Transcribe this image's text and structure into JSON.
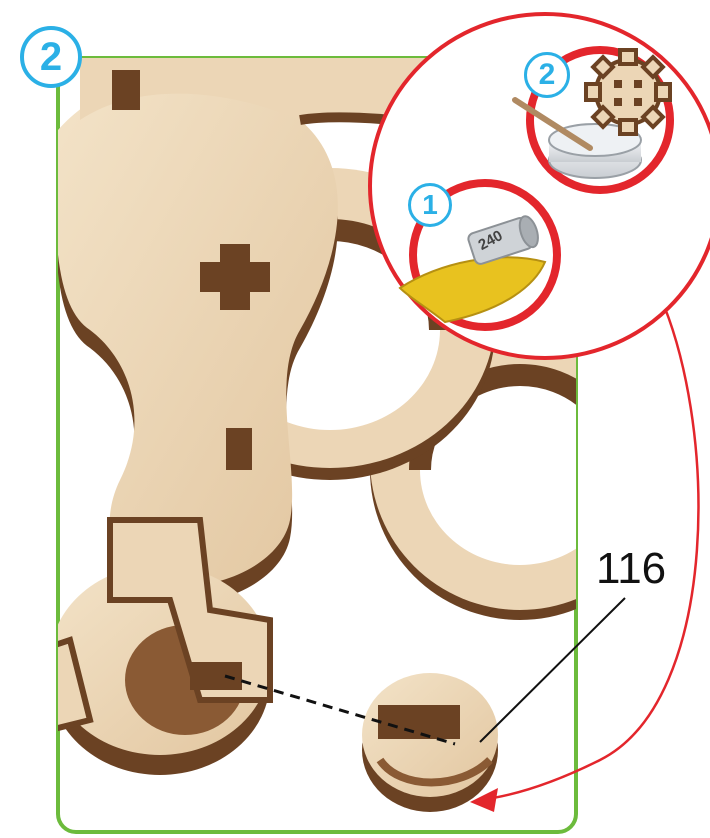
{
  "main_step": {
    "number": "2"
  },
  "detail": {
    "sanding_step": {
      "number": "1",
      "grit": "240"
    },
    "wax_step": {
      "number": "2"
    }
  },
  "part": {
    "number": "116"
  },
  "colors": {
    "frame_green": "#6cbb3c",
    "badge_blue": "#2bb0e6",
    "callout_red": "#e3262c",
    "wood_light": "#ecd6b6",
    "wood_dark": "#6b4223",
    "sandpaper_yellow": "#e8c21f"
  }
}
